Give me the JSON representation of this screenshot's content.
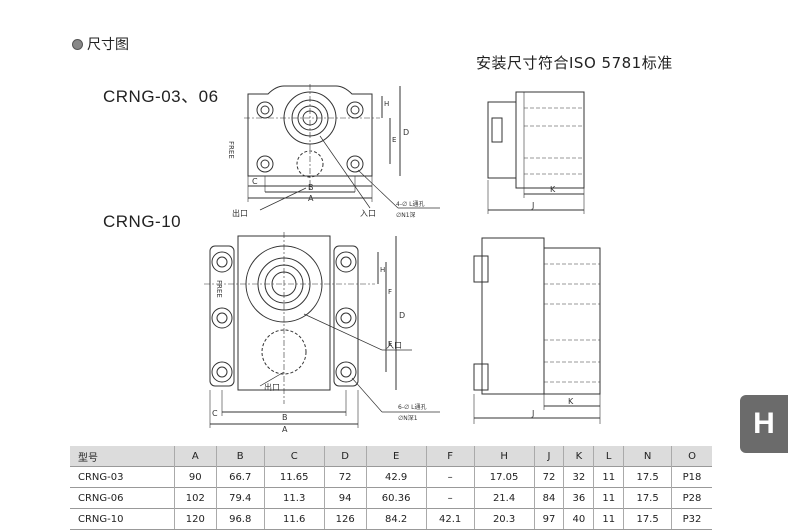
{
  "section_title": "尺寸图",
  "standard_note": "安装尺寸符合ISO 5781标准",
  "model_03_06": "CRNG-03、06",
  "model_10": "CRNG-10",
  "side_tab": "H",
  "drawing_labels": {
    "free": "FREE",
    "outlet": "出口",
    "inlet": "入口",
    "holes_small": "4-∅ L通孔",
    "counterbore_small": "∅N1深",
    "holes_large": "6-∅ L通孔",
    "counterbore_large": "∅N深1",
    "dim_A": "A",
    "dim_B": "B",
    "dim_C": "C",
    "dim_D": "D",
    "dim_E": "E",
    "dim_F": "F",
    "dim_H": "H",
    "dim_J": "J",
    "dim_K": "K"
  },
  "table": {
    "headers": [
      "型号",
      "A",
      "B",
      "C",
      "D",
      "E",
      "F",
      "H",
      "J",
      "K",
      "L",
      "N",
      "O"
    ],
    "rows": [
      [
        "CRNG-03",
        "90",
        "66.7",
        "11.65",
        "72",
        "42.9",
        "–",
        "17.05",
        "72",
        "32",
        "11",
        "17.5",
        "P18"
      ],
      [
        "CRNG-06",
        "102",
        "79.4",
        "11.3",
        "94",
        "60.36",
        "–",
        "21.4",
        "84",
        "36",
        "11",
        "17.5",
        "P28"
      ],
      [
        "CRNG-10",
        "120",
        "96.8",
        "11.6",
        "126",
        "84.2",
        "42.1",
        "20.3",
        "97",
        "40",
        "11",
        "17.5",
        "P32"
      ]
    ]
  }
}
